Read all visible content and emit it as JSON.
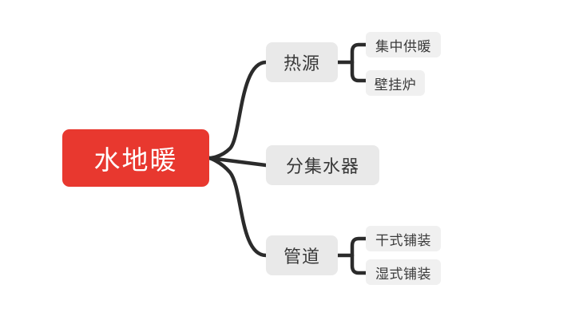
{
  "diagram": {
    "type": "mindmap",
    "background_color": "#ffffff",
    "root_color": "#e8382f",
    "level1_color": "#e9e9e9",
    "level2_color": "#f0f0f0",
    "edge_color": "#2b2b2b",
    "root": {
      "label": "水地暖"
    },
    "branches": [
      {
        "label": "热源",
        "children": [
          {
            "label": "集中供暖"
          },
          {
            "label": "壁挂炉"
          }
        ]
      },
      {
        "label": "分集水器",
        "children": []
      },
      {
        "label": "管道",
        "children": [
          {
            "label": "干式铺装"
          },
          {
            "label": "湿式铺装"
          }
        ]
      }
    ]
  }
}
